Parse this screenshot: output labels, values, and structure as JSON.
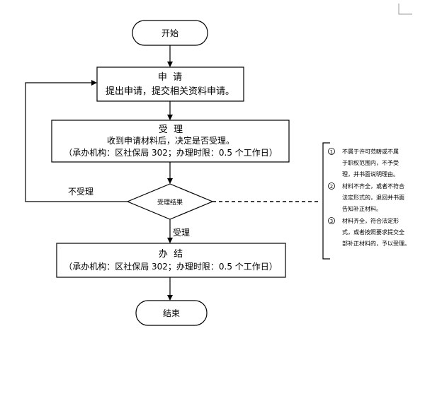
{
  "start": {
    "label": "开始"
  },
  "apply": {
    "title": "申  请",
    "body": "提出申请，提交相关资料申请。"
  },
  "accept": {
    "title": "受  理",
    "line1": "收到申请材料后，决定是否受理。",
    "line2": "（承办机构：区社保局 302；办理时限：0.5 个工作日）"
  },
  "decision": {
    "label": "受理结果",
    "reject_label": "不受理",
    "accept_label": "受理"
  },
  "handle": {
    "title": "办  结",
    "body": "（承办机构：区社保局 302；办理时限：0.5 个工作日）"
  },
  "end": {
    "label": "结束"
  },
  "notes": {
    "n1": [
      "不属于许可范畴或不属",
      "于职权范围内，不予受",
      "理，并书面说明理由。"
    ],
    "n2": [
      "材料不齐全，或者不符合",
      "法定形式的，退回并书面",
      "告知补正材料。"
    ],
    "n3": [
      "材料齐全，符合法定形",
      "式，或者按照要求提交全",
      "部补正材料的，予以受理。"
    ]
  }
}
